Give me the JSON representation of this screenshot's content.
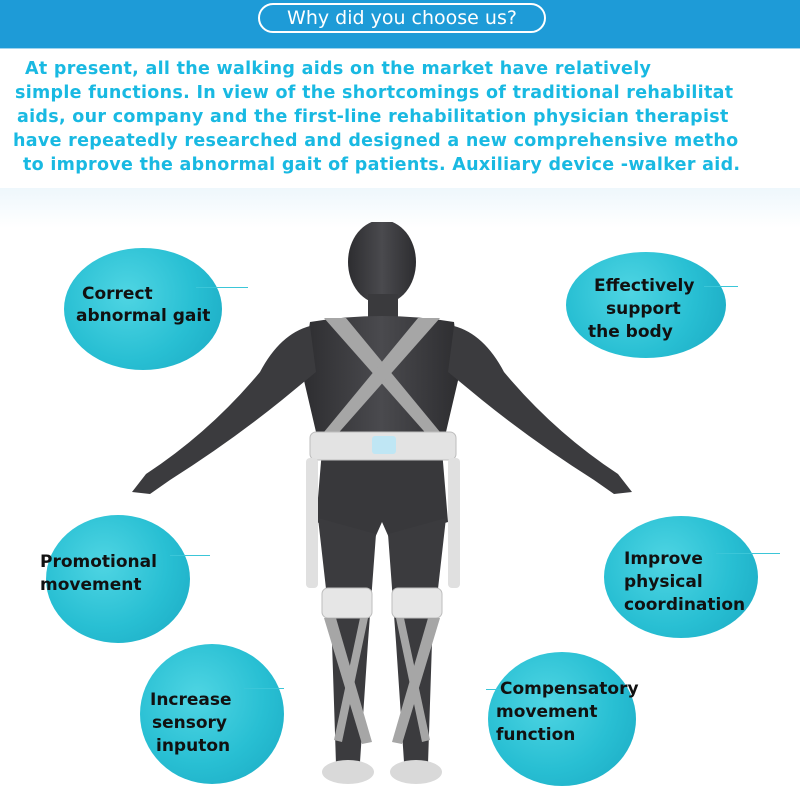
{
  "header": {
    "title": "Why did you choose us?"
  },
  "intro": {
    "lines": [
      "At present, all the walking aids on the market have relatively",
      "simple functions. In view of the shortcomings of traditional rehabilitat",
      "aids, our company and the first-line rehabilitation physician therapist",
      "have repeatedly researched and designed a new comprehensive metho",
      "to improve the abnormal gait of patients. Auxiliary device -walker aid."
    ]
  },
  "features": [
    {
      "lines": [
        "Correct",
        "abnormal gait"
      ]
    },
    {
      "lines": [
        "Effectively",
        "support",
        "the body"
      ]
    },
    {
      "lines": [
        "Promotional",
        "movement"
      ]
    },
    {
      "lines": [
        "Improve",
        "physical",
        "coordination"
      ]
    },
    {
      "lines": [
        "Increase",
        "sensory",
        "inputon"
      ]
    },
    {
      "lines": [
        "Compensatory",
        "movement",
        "function"
      ]
    }
  ],
  "colors": {
    "header_band": "#1e9bd7",
    "intro_text": "#19b9e2",
    "bubble": "#28bfd3",
    "figure_body": "#3b3b3e",
    "straps": "#a6a6a6"
  },
  "illustration": {
    "subject": "mannequin-wearing-walker-aid-exoskeleton"
  }
}
